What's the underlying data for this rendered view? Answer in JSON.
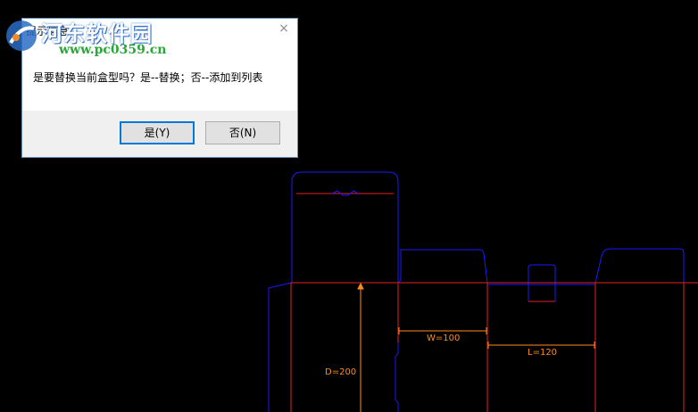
{
  "watermark": {
    "title": "河东软件园",
    "url": "www.pc0359.cn"
  },
  "dialog": {
    "title": "提示信息",
    "close_glyph": "×",
    "message": "是要替换当前盒型吗？是--替换；否--添加到列表",
    "yes_label": "是(Y)",
    "no_label": "否(N)"
  },
  "drawing": {
    "dimension_w": "W=100",
    "dimension_l": "L=120",
    "dimension_d": "D=200"
  },
  "colors": {
    "background": "#000000",
    "cut_line": "#1a1aff",
    "fold_line": "#e02020",
    "dimension": "#ff8c1a",
    "dialog_accent": "#0078d7"
  }
}
